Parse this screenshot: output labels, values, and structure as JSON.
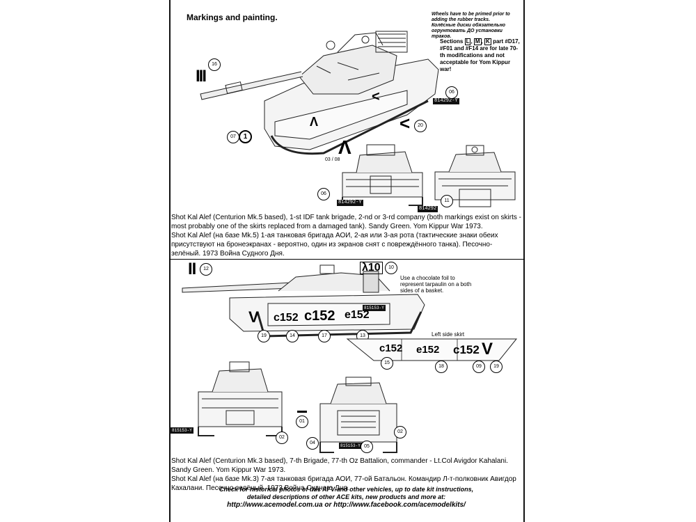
{
  "header": {
    "title": "Markings and painting.",
    "wheel_note_en": "Wheels have to be primed prior to adding the rubber tracks.",
    "wheel_note_ru": "Колёсные диски обязательно огрунтовать ДО установки траков.",
    "sections_prefix": "Sections",
    "sections_boxes": [
      "L",
      "M",
      "K"
    ],
    "sections_rest": "part #D17, #F01 and #F14 are for late 70-th modifications and not acceptable for Yom Kippur war!"
  },
  "upper": {
    "plate_number": "814292-Y",
    "plate_number_2": "814292",
    "callouts": [
      "16",
      "07",
      "06",
      "20",
      "03 / 08",
      "06",
      "11"
    ],
    "marks": {
      "bars": "III",
      "circle_one": "1",
      "chevron_a": "Λ",
      "chevron_side": "<"
    },
    "caption_en": "Shot Kal Alef (Centurion Mk.5 based), 1-st IDF tank brigade, 2-nd or 3-rd company (both markings exist on skirts - most probably one of the skirts replaced from a damaged tank). Sandy Green. Yom Kippur War 1973.",
    "caption_ru": "Shot Kal Alef (на базе Mk.5) 1-ая танковая бригада АОИ, 2-ая или 3-ая рота (тактические знаки обеих присутствуют на бронеэкранах - вероятно, один из экранов снят с повреждённого танка). Песочно-зелёный. 1973 Война Судного Дня."
  },
  "lower": {
    "bars": "II",
    "tarp_mark": "λ10",
    "tarp_note": "Use a chocolate foil to represent tarpaulin on a both sides of a basket.",
    "plate_number": "815153-Y",
    "skirt_label": "Left side skirt",
    "mark_152": "152",
    "mark_c": "c",
    "mark_e": "e",
    "mark_v": "V",
    "callouts_side": [
      "12",
      "10",
      "19",
      "14",
      "17",
      "13"
    ],
    "callouts_skirt": [
      "15",
      "18",
      "09",
      "19"
    ],
    "callouts_rear": [
      "02",
      "01",
      "04",
      "02",
      "05"
    ],
    "caption_en": "Shot Kal Alef (Centurion Mk.3 based), 7-th Brigade, 77-th Oz Battalion, commander - Lt.Col Avigdor Kahalani. Sandy Green. Yom Kippur War 1973.",
    "caption_ru": "Shot Kal Alef (на базе Mk.3) 7-ая танковая бригада АОИ, 77-ой Батальон. Командир Л-т-полковник Авигдор Кахалани. Песочно-зелёный. 1973 Война Судного Дня."
  },
  "footer": {
    "line1": "Check for historical photos of this AFV and other vehicles, up to date kit instructions,",
    "line2": "detailed descriptions of other ACE kits, new products and more at:",
    "line3": "http://www.acemodel.com.ua or http://www.facebook.com/acemodelkits/"
  }
}
